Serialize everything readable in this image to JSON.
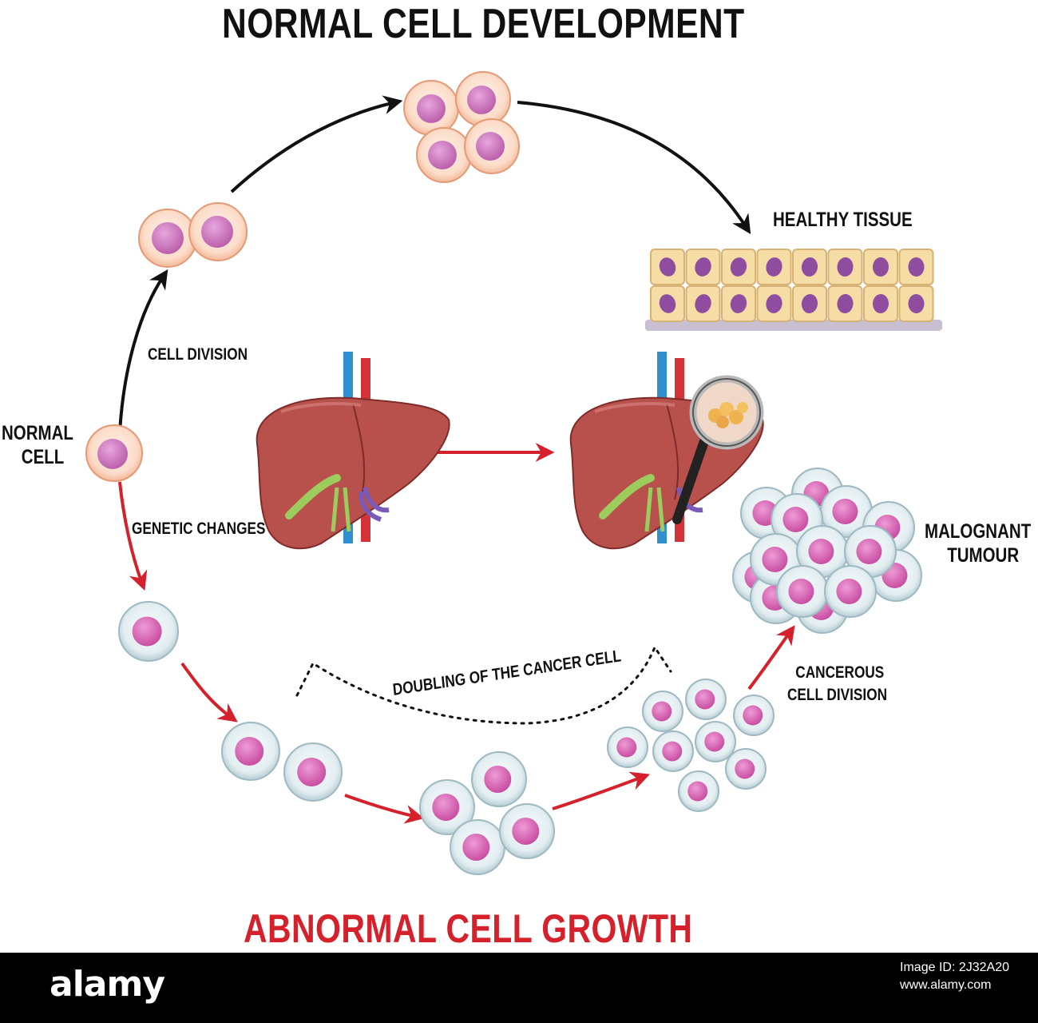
{
  "title_top": "NORMAL CELL DEVELOPMENT",
  "title_bottom": "ABNORMAL CELL GROWTH",
  "labels": {
    "normal_cell_1": "NORMAL",
    "normal_cell_2": "CELL",
    "cell_division": "CELL DIVISION",
    "genetic_changes": "GENETIC CHANGES",
    "healthy_tissue": "HEALTHY TISSUE",
    "malignant_1": "MALOGNANT",
    "malignant_2": "TUMOUR",
    "doubling": "DOUBLING OF THE CANCER CELL",
    "cancerous_1": "CANCEROUS",
    "cancerous_2": "CELL DIVISION"
  },
  "footer": {
    "logo": "alamy",
    "image_id_label": "Image ID: 2J32A20",
    "url": "www.alamy.com"
  },
  "colors": {
    "normal_cell_outer": "#fbd7c2",
    "normal_cell_nucleus": "#c56bb5",
    "cancer_cell_outer": "#dbe8ec",
    "cancer_cell_nucleus": "#cf55a9",
    "liver": "#b84a48",
    "arrow_normal": "#111111",
    "arrow_abnormal": "#d4212b",
    "tissue_cell": "#f5d9a0",
    "tissue_nucleus": "#8b4a9b"
  }
}
